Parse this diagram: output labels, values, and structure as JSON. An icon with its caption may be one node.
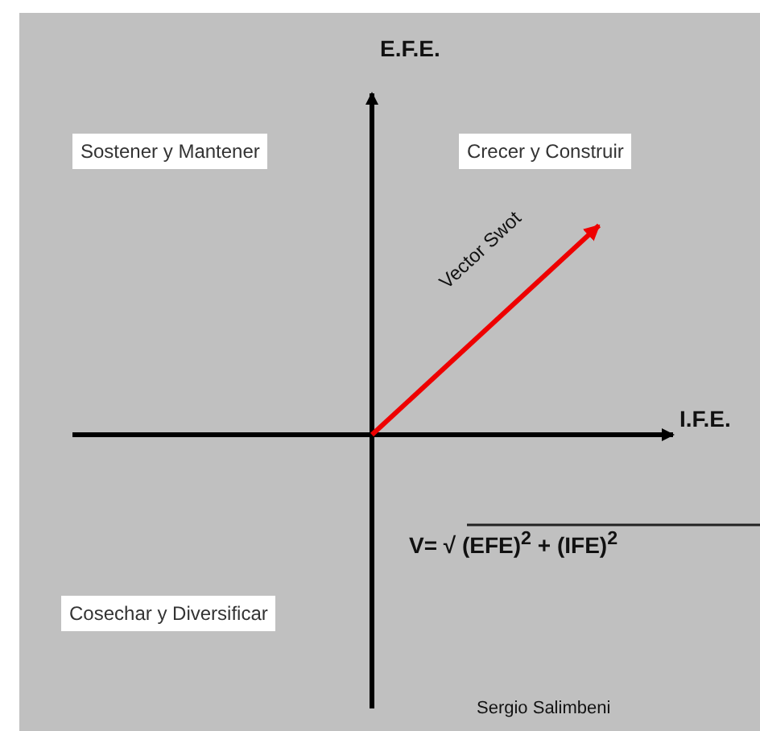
{
  "diagram": {
    "nodes": [
      {
        "text": [
          "Sostener y Mantener"
        ]
      },
      {
        "text": [
          "Crecer y Construir"
        ]
      },
      {
        "text": [
          "Cosechar y Diversificar"
        ]
      }
    ],
    "labels": [
      "E.F.E.",
      "Vector Swot",
      "I.F.E.",
      "V= √ (EFE)$^{2}$ + (IFE)$^{2}$",
      "Sergio Salimbeni"
    ]
  }
}
